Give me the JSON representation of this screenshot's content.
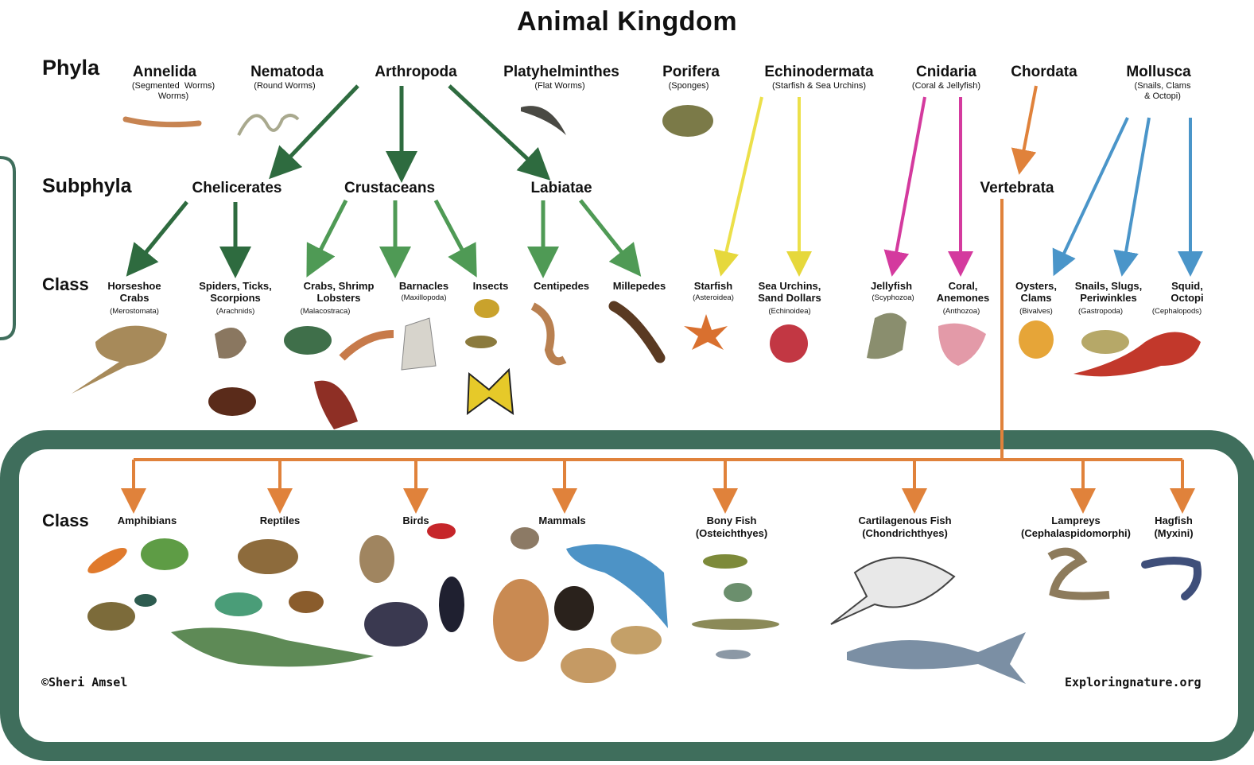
{
  "title": "Animal Kingdom",
  "ranks": {
    "phyla": "Phyla",
    "subphyla": "Subphyla",
    "class": "Class"
  },
  "phyla": [
    {
      "name": "Annelida",
      "note": "(Segmented  Worms)\nWorms)"
    },
    {
      "name": "Nematoda",
      "note": "(Round Worms)"
    },
    {
      "name": "Arthropoda",
      "note": ""
    },
    {
      "name": "Platyhelminthes",
      "note": "(Flat Worms)"
    },
    {
      "name": "Porifera",
      "note": "(Sponges)"
    },
    {
      "name": "Echinodermata",
      "note": "(Starfish & Sea Urchins)"
    },
    {
      "name": "Cnidaria",
      "note": "(Coral & Jellyfish)"
    },
    {
      "name": "Chordata",
      "note": ""
    },
    {
      "name": "Mollusca",
      "note": "(Snails, Clams\n& Octopi)"
    }
  ],
  "subphyla": [
    "Chelicerates",
    "Crustaceans",
    "Labiatae",
    "Vertebrata"
  ],
  "classes": [
    {
      "name": "Horseshoe\nCrabs",
      "note": "(Merostomata)"
    },
    {
      "name": "Spiders, Ticks,\nScorpions",
      "note": "(Arachnids)"
    },
    {
      "name": "Crabs, Shrimp\nLobsters",
      "note": "(Malacostraca)"
    },
    {
      "name": "Barnacles",
      "note": "(Maxillopoda)"
    },
    {
      "name": "Insects",
      "note": ""
    },
    {
      "name": "Centipedes",
      "note": ""
    },
    {
      "name": "Millepedes",
      "note": ""
    },
    {
      "name": "Starfish",
      "note": "(Asteroidea)"
    },
    {
      "name": "Sea Urchins,\nSand Dollars",
      "note": "(Echinoidea)"
    },
    {
      "name": "Jellyfish",
      "note": "(Scyphozoa)"
    },
    {
      "name": "Coral,\nAnemones",
      "note": "(Anthozoa)"
    },
    {
      "name": "Oysters,\nClams",
      "note": "(Bivalves)"
    },
    {
      "name": "Snails, Slugs,\nPeriwinkles",
      "note": "(Gastropoda)"
    },
    {
      "name": "Squid,\nOctopi",
      "note": "(Cephalopods)"
    }
  ],
  "vertebrate_classes": [
    {
      "name": "Amphibians"
    },
    {
      "name": "Reptiles"
    },
    {
      "name": "Birds"
    },
    {
      "name": "Mammals"
    },
    {
      "name": "Bony Fish\n(Osteichthyes)"
    },
    {
      "name": "Cartilagenous Fish\n(Chondrichthyes)"
    },
    {
      "name": "Lampreys\n(Cephalaspidomorphi)"
    },
    {
      "name": "Hagfish\n(Myxini)"
    }
  ],
  "credit_left": "©Sheri Amsel",
  "credit_right": "Exploringnature.org",
  "colors": {
    "arthropod_arrow": "#2e6b3f",
    "arthropod_light": "#4f9a55",
    "echinoderm_arrow": "#ece04a",
    "cnidarian_arrow": "#d43a9e",
    "chordate_arrow": "#e0823b",
    "mollusc_arrow": "#4a95c9",
    "frame": "#3f6e5c"
  }
}
